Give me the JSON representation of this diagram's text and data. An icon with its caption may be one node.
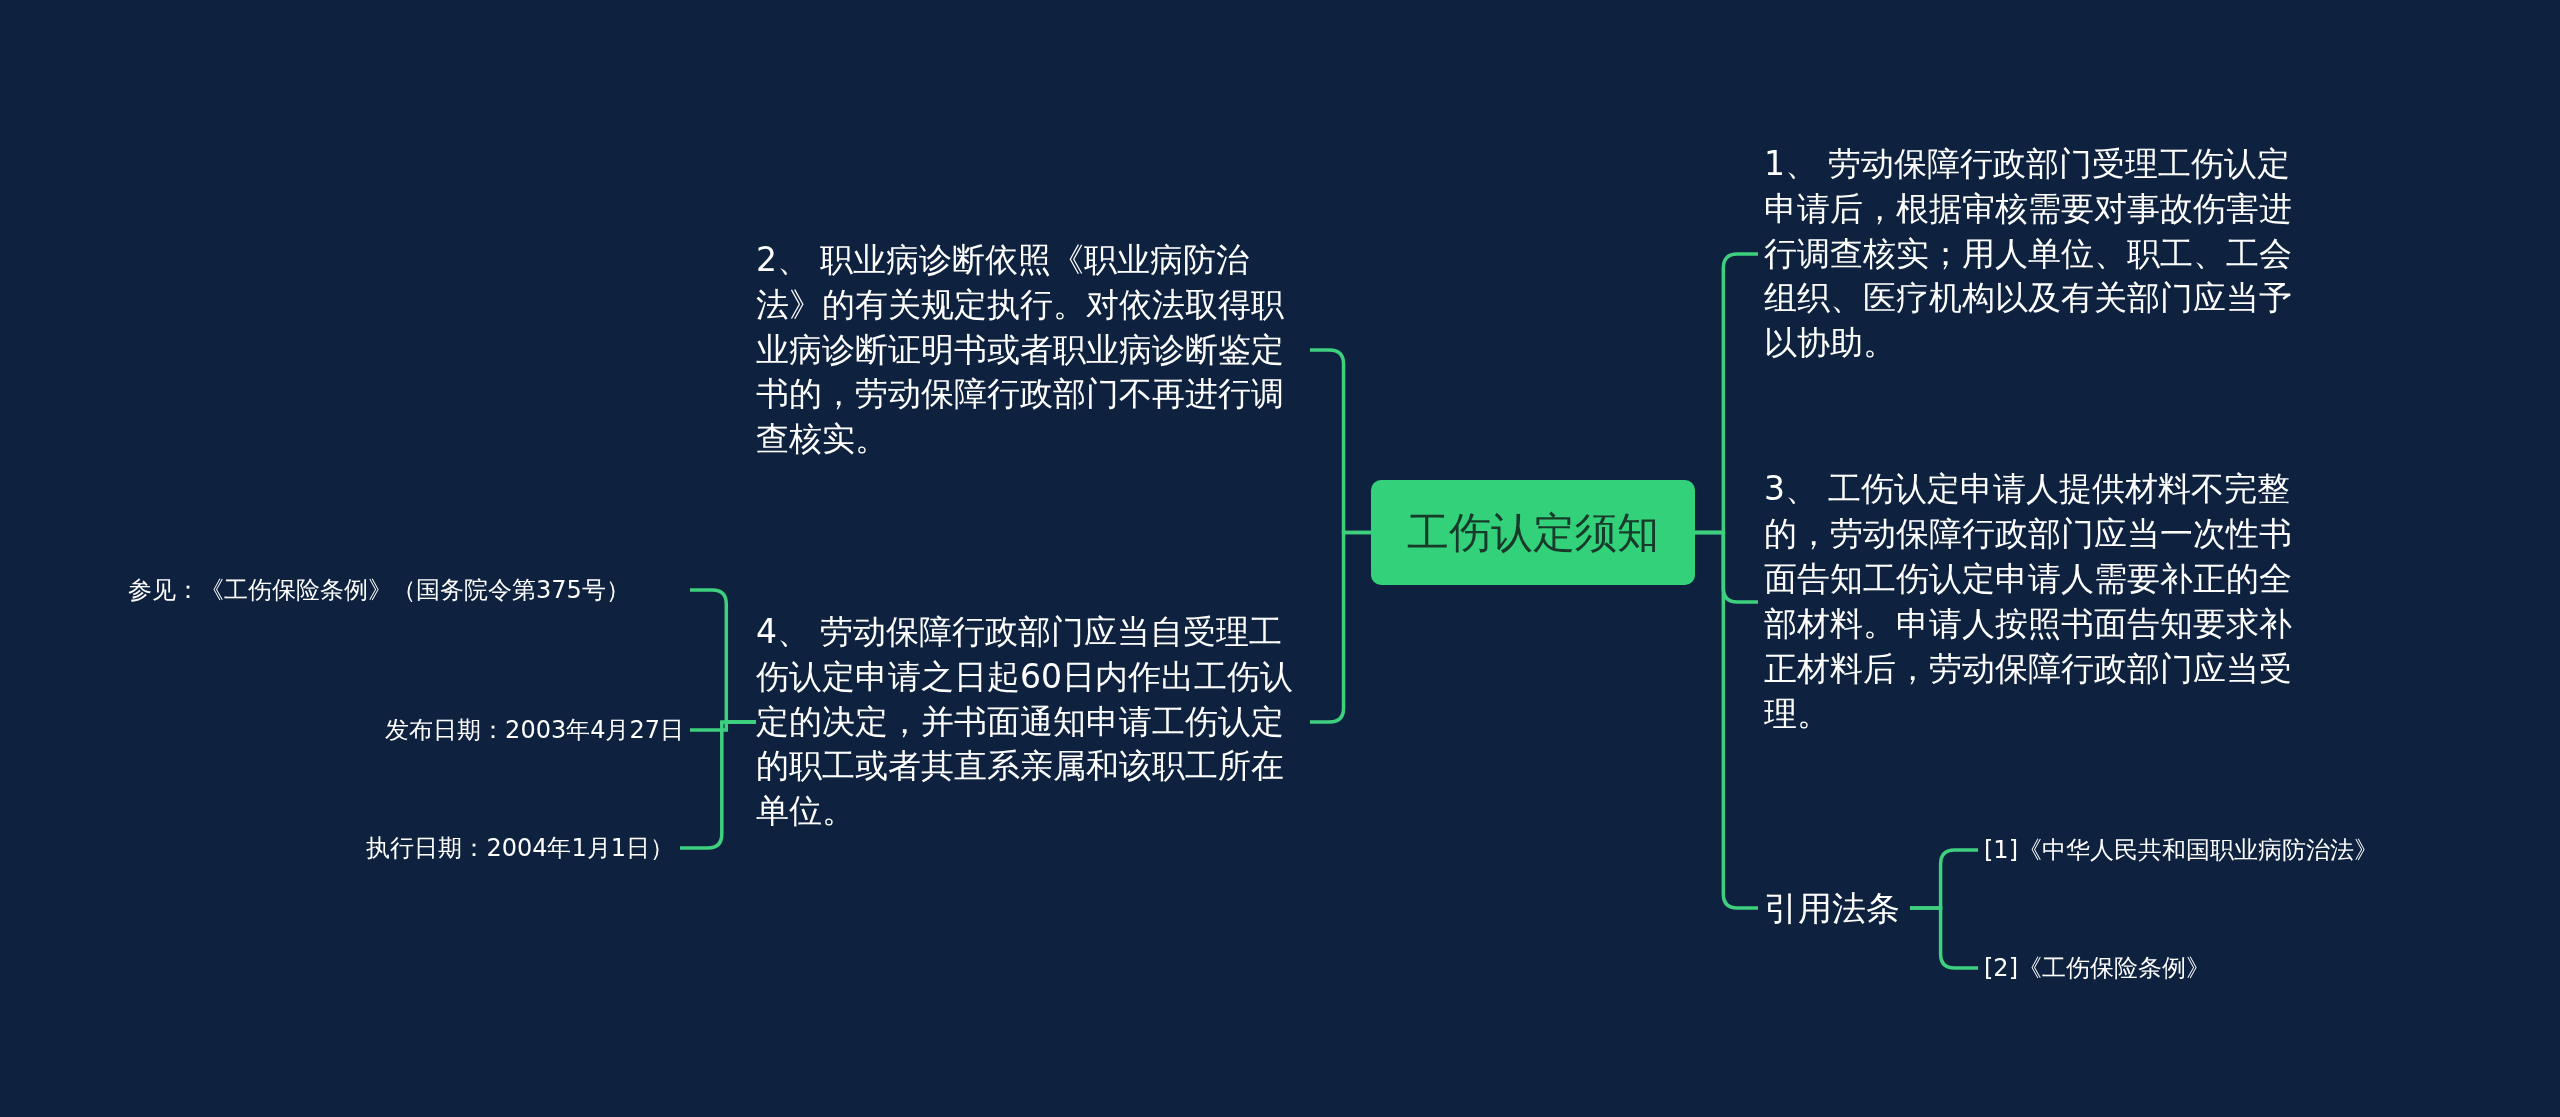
{
  "diagram": {
    "nodes": [
      {
        "text": [
          "工伤认定须知"
        ]
      },
      {
        "text": [
          "2、 职业病诊断依照《职业病防治法》的有关规定执行。对依法取得职业病诊断证明书或者职业病诊断鉴定书的，劳动保障行政部门不再进行调查核实。"
        ]
      },
      {
        "text": [
          "4、 劳动保障行政部门应当自受理工伤认定申请之日起60日内作出工伤认定的决定，并书面通知申请工伤认定的职工或者其直系亲属和该职工所在单位。"
        ]
      },
      {
        "text": [
          "参见：《工伤保险条例》（国务院令第375号）"
        ]
      },
      {
        "text": [
          "发布日期：2003年4月27日"
        ]
      },
      {
        "text": [
          "执行日期：2004年1月1日）"
        ]
      },
      {
        "text": [
          "1、 劳动保障行政部门受理工伤认定申请后，根据审核需要对事故伤害进行调查核实；用人单位、职工、工会组织、医疗机构以及有关部门应当予以协助。"
        ]
      },
      {
        "text": [
          "3、 工伤认定申请人提供材料不完整的，劳动保障行政部门应当一次性书面告知工伤认定申请人需要补正的全部材料。申请人按照书面告知要求补正材料后，劳动保障行政部门应当受理。"
        ]
      },
      {
        "text": [
          "引用法条"
        ]
      },
      {
        "text": [
          "[1]《中华人民共和国职业病防治法》"
        ]
      },
      {
        "text": [
          "[2]《工伤保险条例》"
        ]
      }
    ],
    "edges": [
      {
        "from": 0,
        "to": 1,
        "arrow": "none"
      },
      {
        "from": 0,
        "to": 2,
        "arrow": "none"
      },
      {
        "from": 2,
        "to": 3,
        "arrow": "none"
      },
      {
        "from": 2,
        "to": 4,
        "arrow": "none"
      },
      {
        "from": 2,
        "to": 5,
        "arrow": "none"
      },
      {
        "from": 0,
        "to": 6,
        "arrow": "none"
      },
      {
        "from": 0,
        "to": 7,
        "arrow": "none"
      },
      {
        "from": 0,
        "to": 8,
        "arrow": "none"
      },
      {
        "from": 8,
        "to": 9,
        "arrow": "none"
      },
      {
        "from": 8,
        "to": 10,
        "arrow": "none"
      }
    ]
  }
}
